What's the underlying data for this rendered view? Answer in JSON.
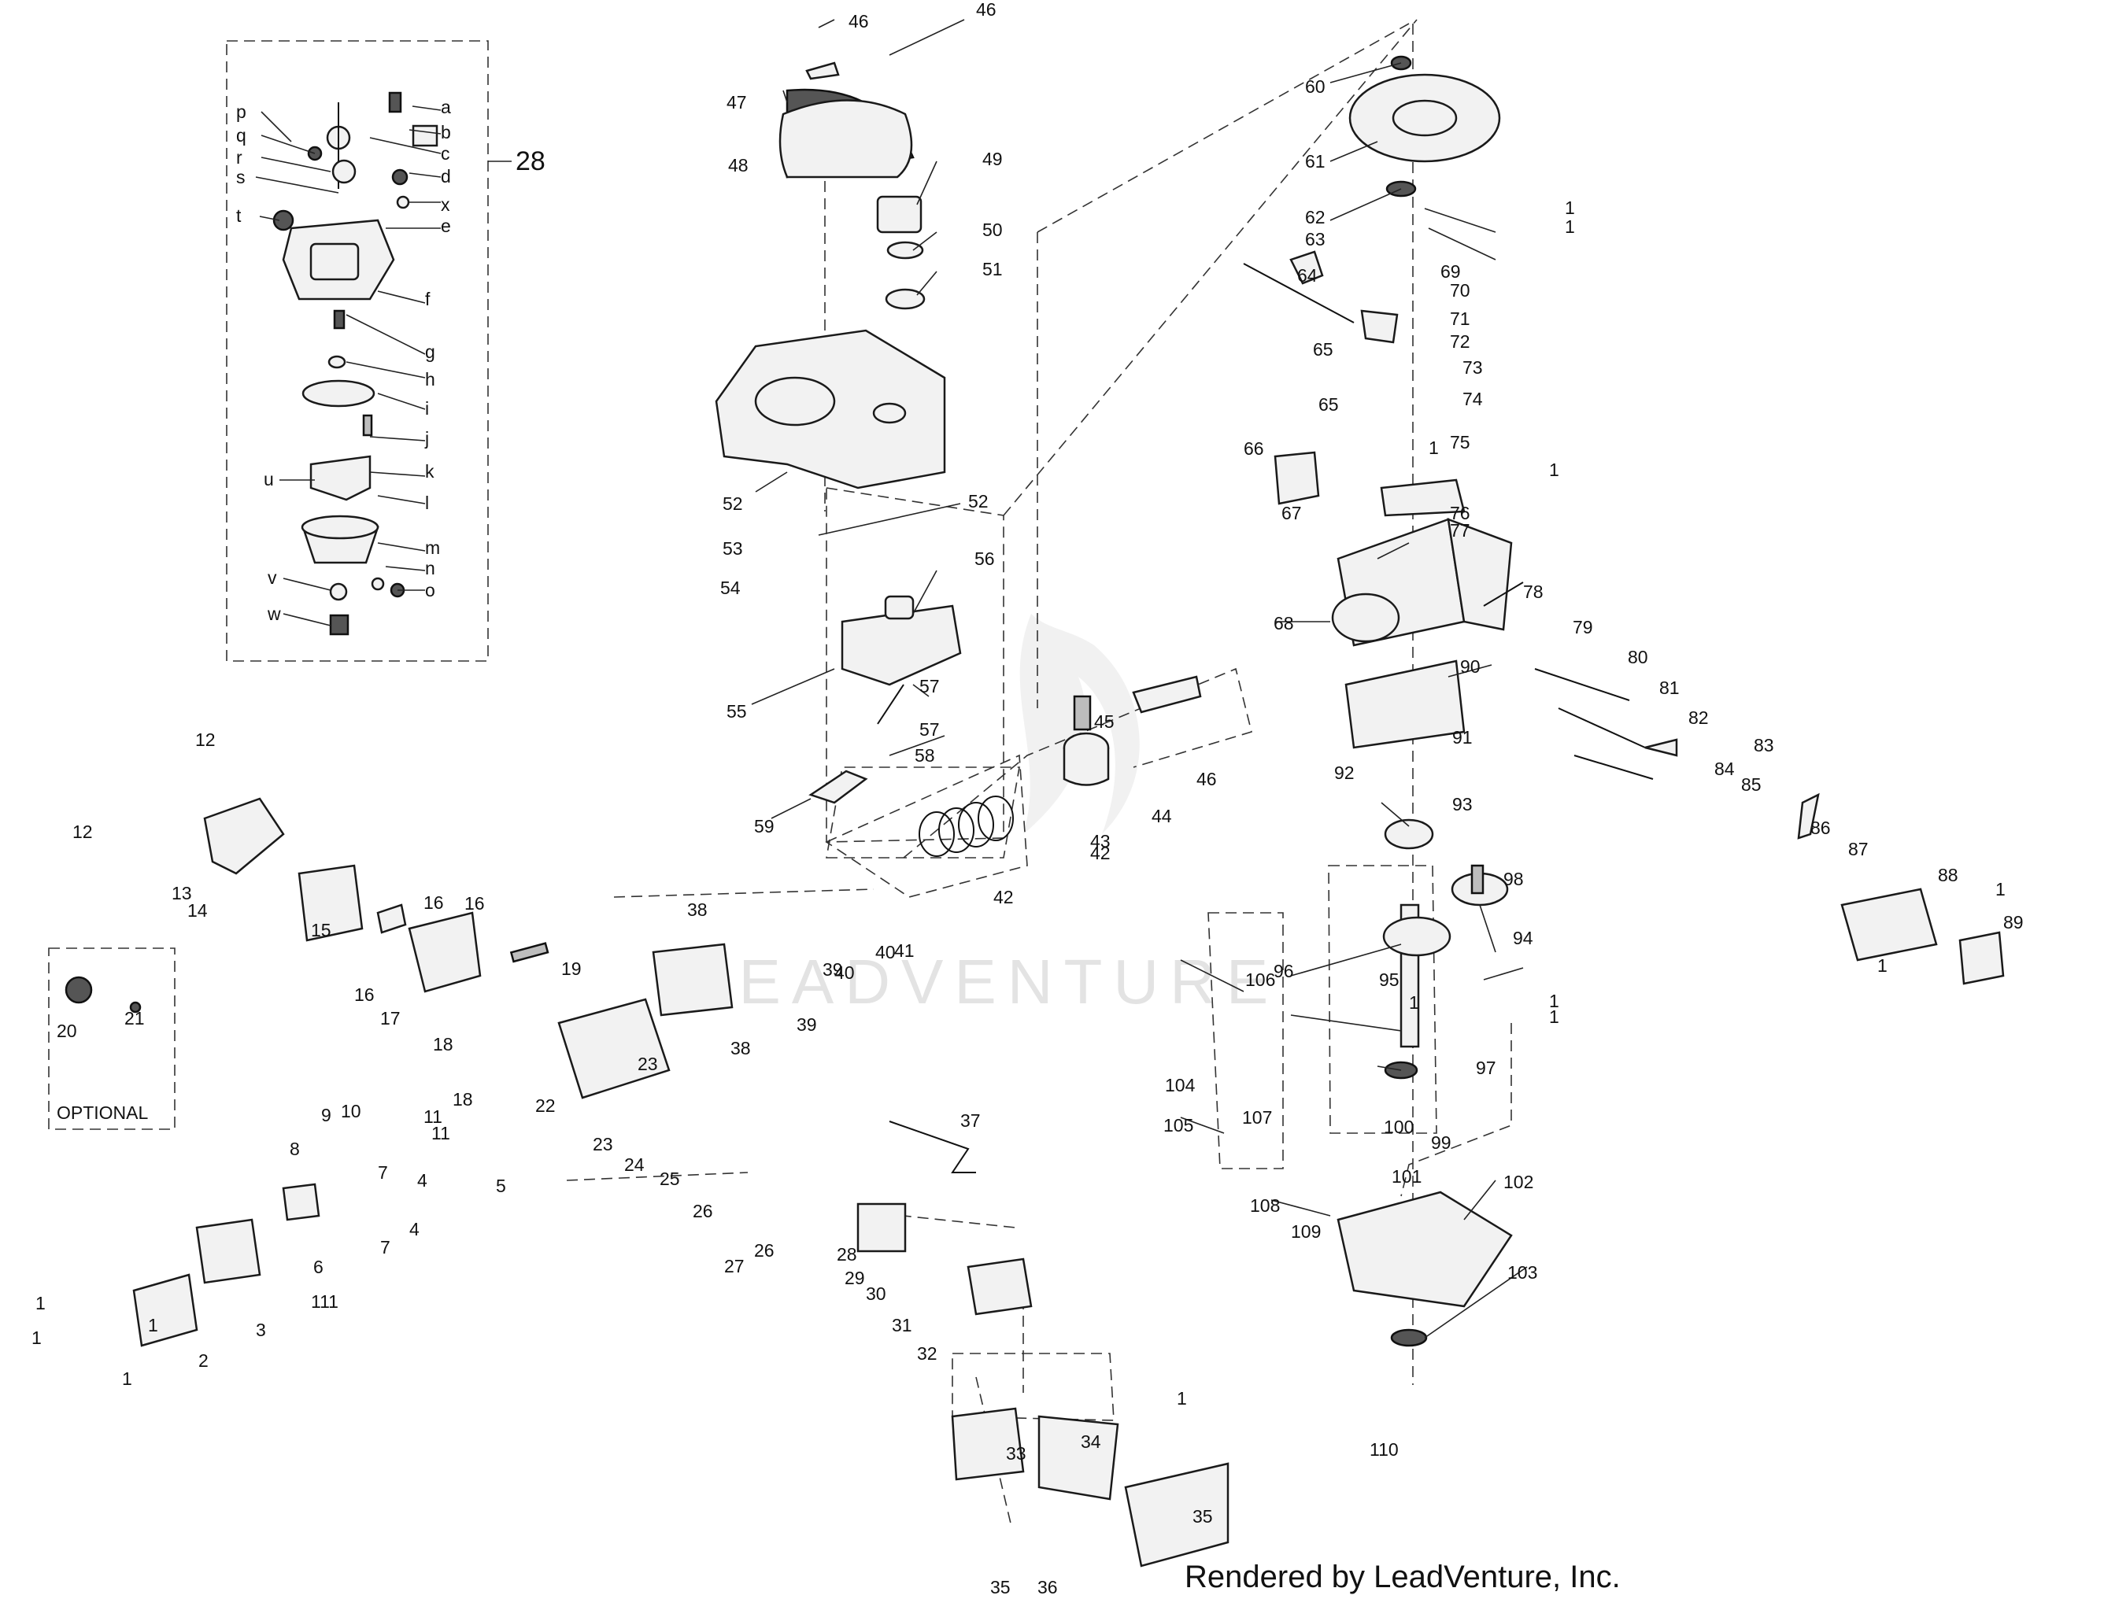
{
  "footer": {
    "credit": "Rendered by LeadVenture, Inc."
  },
  "watermark": {
    "text": "LEADVENTURE"
  },
  "groups": {
    "carburetor_kit_number": "28",
    "optional_label": "OPTIONAL"
  },
  "carb_callouts": [
    "a",
    "b",
    "c",
    "d",
    "e",
    "f",
    "g",
    "h",
    "i",
    "j",
    "k",
    "l",
    "m",
    "n",
    "o",
    "p",
    "q",
    "r",
    "s",
    "t",
    "u",
    "v",
    "w",
    "x"
  ],
  "callouts": [
    "1",
    "1",
    "1",
    "1",
    "1",
    "1",
    "1",
    "1",
    "1",
    "1",
    "1",
    "1",
    "1",
    "1",
    "2",
    "3",
    "4",
    "4",
    "5",
    "6",
    "7",
    "7",
    "8",
    "9",
    "10",
    "11",
    "11",
    "12",
    "12",
    "13",
    "14",
    "15",
    "16",
    "16",
    "16",
    "17",
    "18",
    "18",
    "19",
    "20",
    "21",
    "22",
    "23",
    "23",
    "24",
    "25",
    "26",
    "26",
    "27",
    "28",
    "29",
    "30",
    "31",
    "32",
    "33",
    "34",
    "35",
    "35",
    "36",
    "37",
    "38",
    "38",
    "39",
    "39",
    "40",
    "40",
    "41",
    "42",
    "42",
    "43",
    "44",
    "45",
    "46",
    "46",
    "46",
    "47",
    "48",
    "49",
    "50",
    "51",
    "52",
    "52",
    "53",
    "54",
    "55",
    "56",
    "57",
    "57",
    "58",
    "59",
    "60",
    "61",
    "62",
    "63",
    "64",
    "65",
    "65",
    "66",
    "67",
    "68",
    "69",
    "70",
    "71",
    "72",
    "73",
    "74",
    "75",
    "76",
    "77",
    "78",
    "79",
    "80",
    "81",
    "82",
    "83",
    "84",
    "85",
    "86",
    "87",
    "88",
    "89",
    "90",
    "91",
    "92",
    "93",
    "94",
    "95",
    "96",
    "97",
    "98",
    "99",
    "100",
    "101",
    "102",
    "103",
    "104",
    "105",
    "106",
    "107",
    "108",
    "109",
    "110",
    "111"
  ],
  "colors": {
    "ink": "#111111",
    "part_fill": "#f2f2f2",
    "dark_part": "#555555",
    "watermark": "#e3e3e3"
  }
}
